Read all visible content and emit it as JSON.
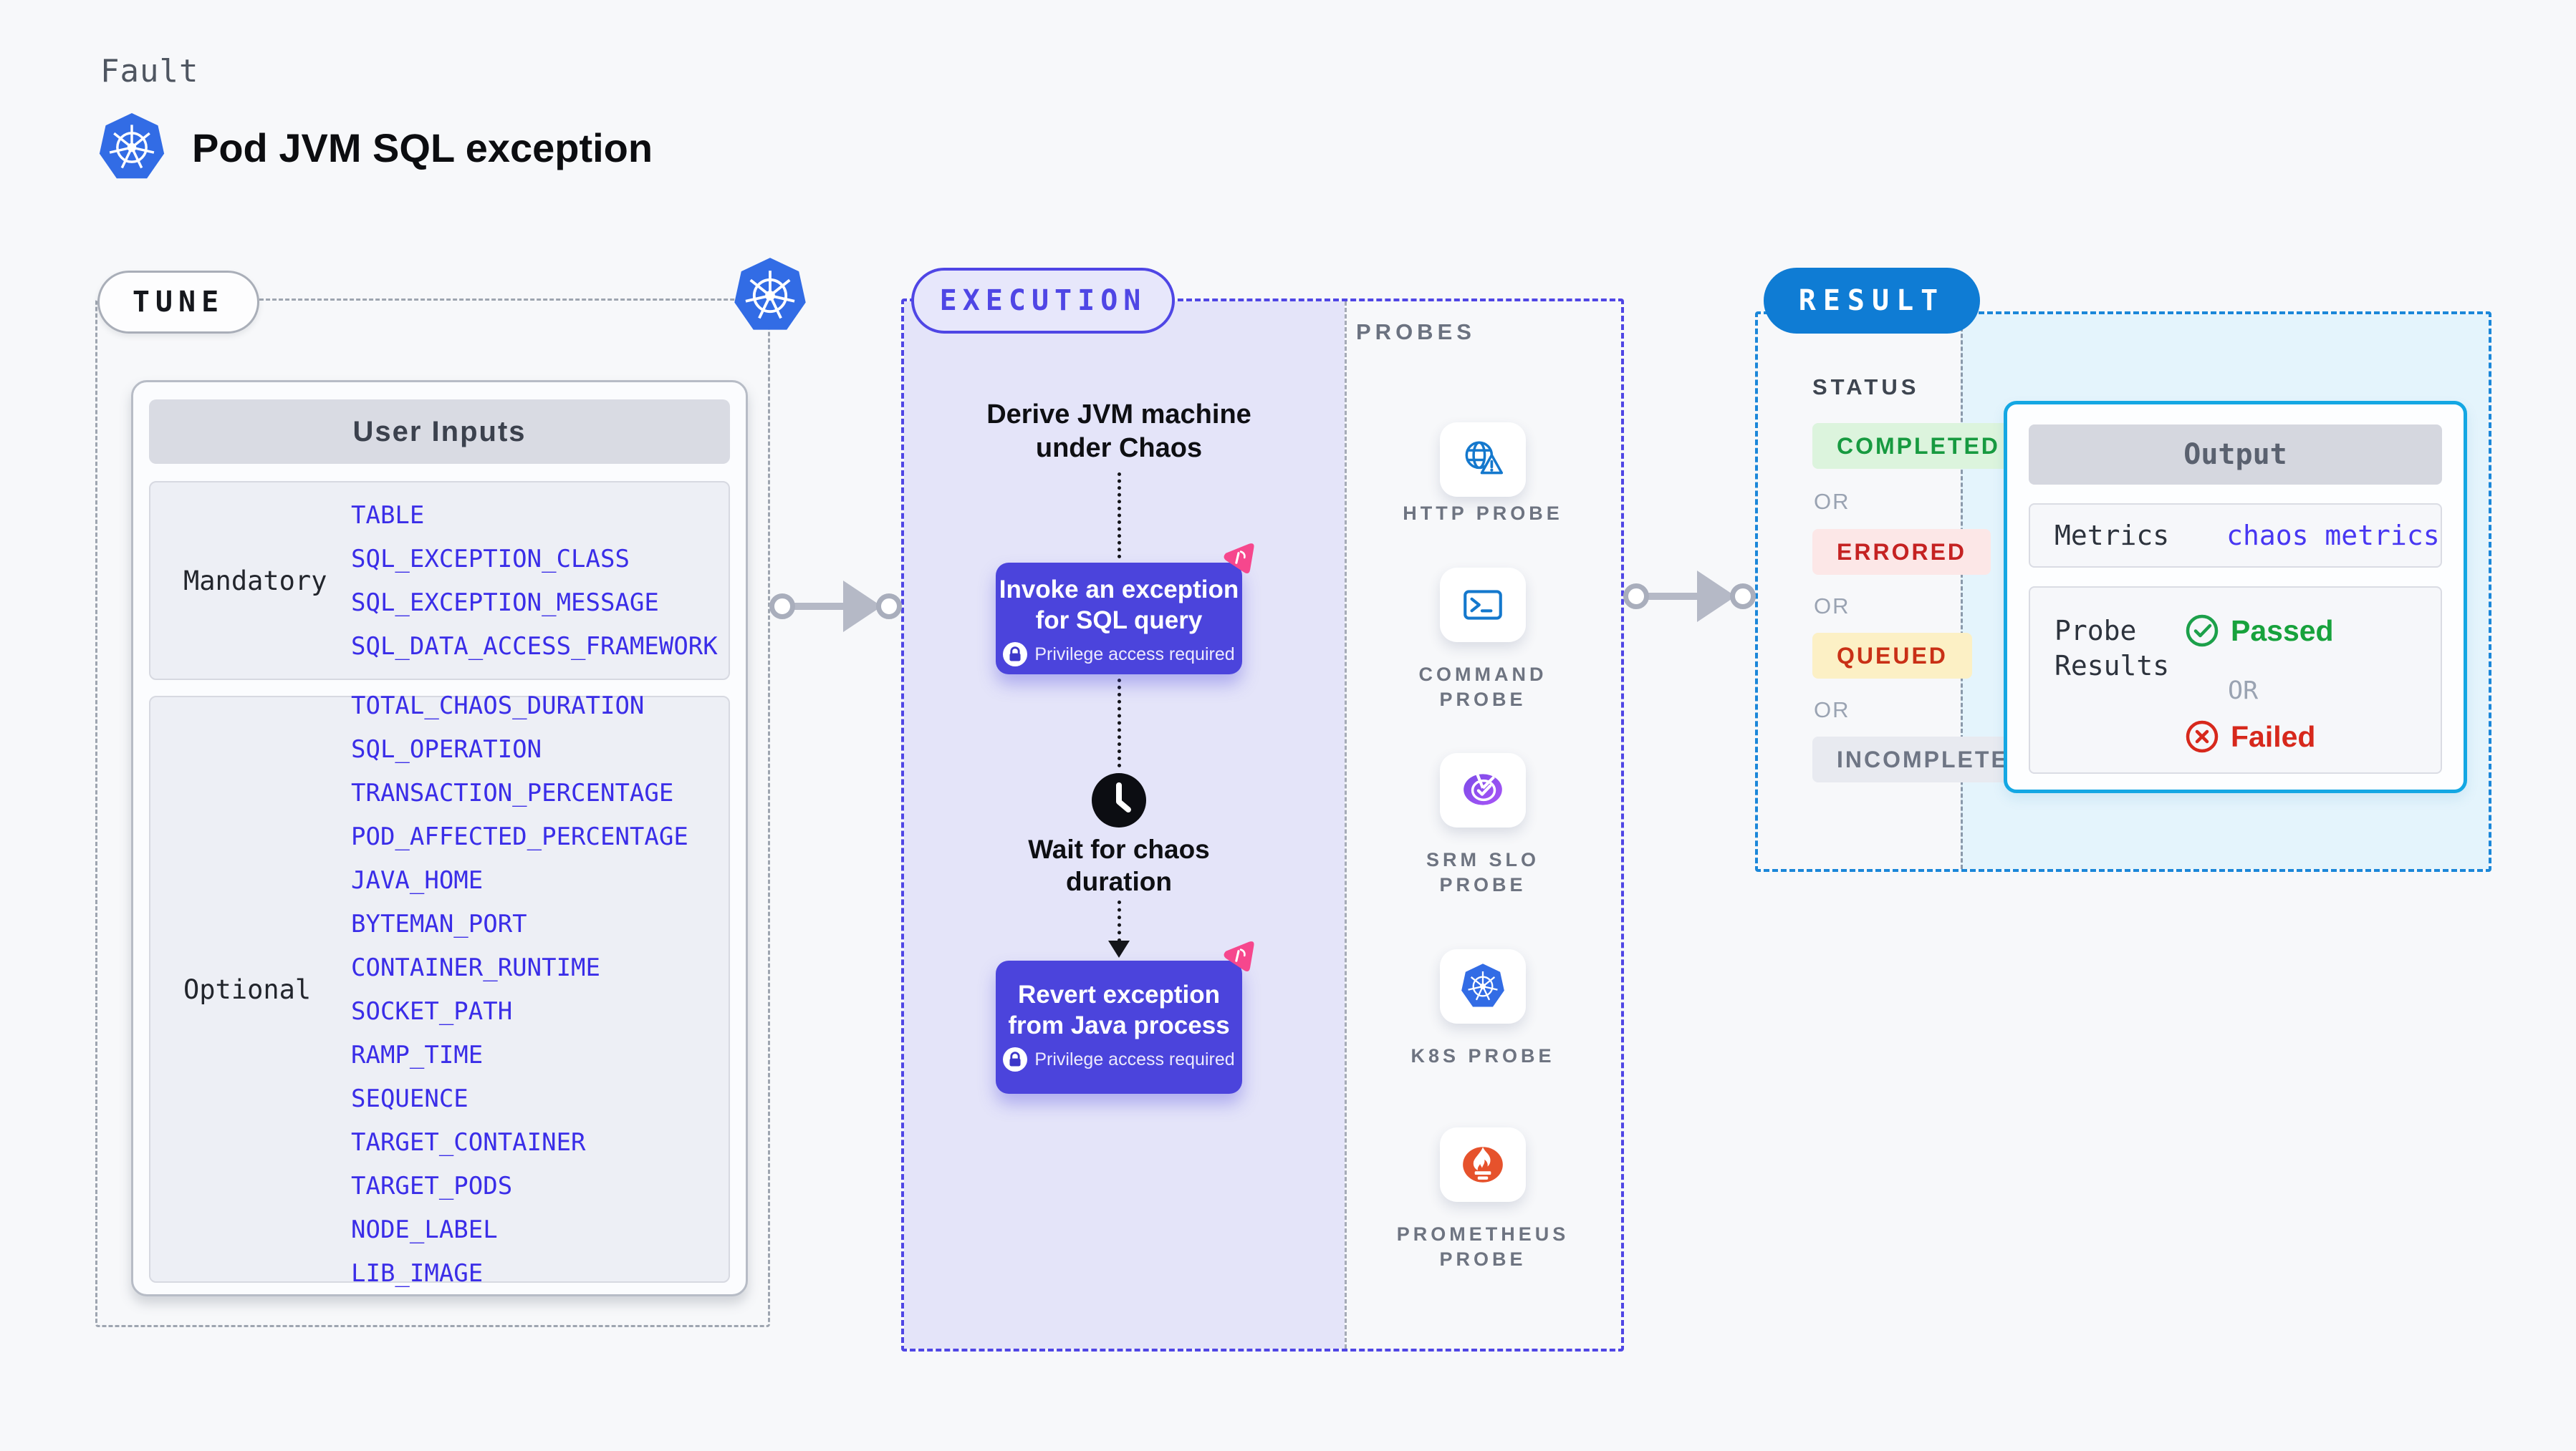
{
  "header": {
    "kicker": "Fault",
    "title": "Pod JVM SQL exception"
  },
  "tune": {
    "pill": "TUNE",
    "user_inputs": {
      "title": "User Inputs",
      "mandatory": {
        "label": "Mandatory",
        "items": [
          "TABLE",
          "SQL_EXCEPTION_CLASS",
          "SQL_EXCEPTION_MESSAGE",
          "SQL_DATA_ACCESS_FRAMEWORK"
        ]
      },
      "optional": {
        "label": "Optional",
        "items": [
          "TOTAL_CHAOS_DURATION",
          "SQL_OPERATION",
          "TRANSACTION_PERCENTAGE",
          "POD_AFFECTED_PERCENTAGE",
          "JAVA_HOME",
          "BYTEMAN_PORT",
          "CONTAINER_RUNTIME",
          "SOCKET_PATH",
          "RAMP_TIME",
          "SEQUENCE",
          "TARGET_CONTAINER",
          "TARGET_PODS",
          "NODE_LABEL",
          "LIB_IMAGE"
        ]
      }
    }
  },
  "execution": {
    "pill": "EXECUTION",
    "derive_step": {
      "line1": "Derive JVM machine",
      "line2": "under Chaos"
    },
    "invoke_step": {
      "line1": "Invoke an exception",
      "line2": "for SQL query",
      "note": "Privilege access required"
    },
    "wait_step": {
      "line1": "Wait for chaos",
      "line2": "duration"
    },
    "revert_step": {
      "line1": "Revert exception",
      "line2": "from Java process",
      "note": "Privilege access required"
    }
  },
  "probes": {
    "title": "PROBES",
    "items": [
      {
        "line1": "HTTP PROBE",
        "line2": "",
        "icon": "globe-alert-icon"
      },
      {
        "line1": "COMMAND",
        "line2": "PROBE",
        "icon": "terminal-icon"
      },
      {
        "line1": "SRM SLO",
        "line2": "PROBE",
        "icon": "slo-gauge-icon"
      },
      {
        "line1": "K8S PROBE",
        "line2": "",
        "icon": "kubernetes-icon"
      },
      {
        "line1": "PROMETHEUS",
        "line2": "PROBE",
        "icon": "prometheus-icon"
      }
    ]
  },
  "result": {
    "pill": "RESULT",
    "status": {
      "title": "STATUS",
      "or": "OR",
      "badges": [
        {
          "label": "COMPLETED"
        },
        {
          "label": "ERRORED"
        },
        {
          "label": "QUEUED"
        },
        {
          "label": "INCOMPLETED"
        }
      ]
    },
    "output": {
      "title": "Output",
      "metrics_label": "Metrics",
      "metrics_value": "chaos metrics",
      "probe_results_line1": "Probe",
      "probe_results_line2": "Results",
      "passed": "Passed",
      "or": "OR",
      "failed": "Failed"
    }
  },
  "colors": {
    "page_bg": "#f7f8fa",
    "execution_accent": "#4f46e5",
    "execution_panel": "#e4e4f9",
    "step_box": "#4b44dc",
    "param_link": "#3a2de8",
    "result_accent": "#0f7cd4",
    "result_dash": "#1b87d9",
    "output_panel": "#e4f4fc",
    "output_border": "#14a7e3",
    "kubernetes_blue": "#326ce5",
    "prometheus_orange": "#e6522c",
    "srm_purple": "#8a54f0",
    "litmus_pink": "#f6478d",
    "success_green": "#17a23c",
    "error_red": "#c52222",
    "completed_bg": "#dcf4dd",
    "errored_bg": "#fce7e7",
    "queued_bg": "#fcf0c5",
    "incompleted_bg": "#e8eaf0"
  }
}
